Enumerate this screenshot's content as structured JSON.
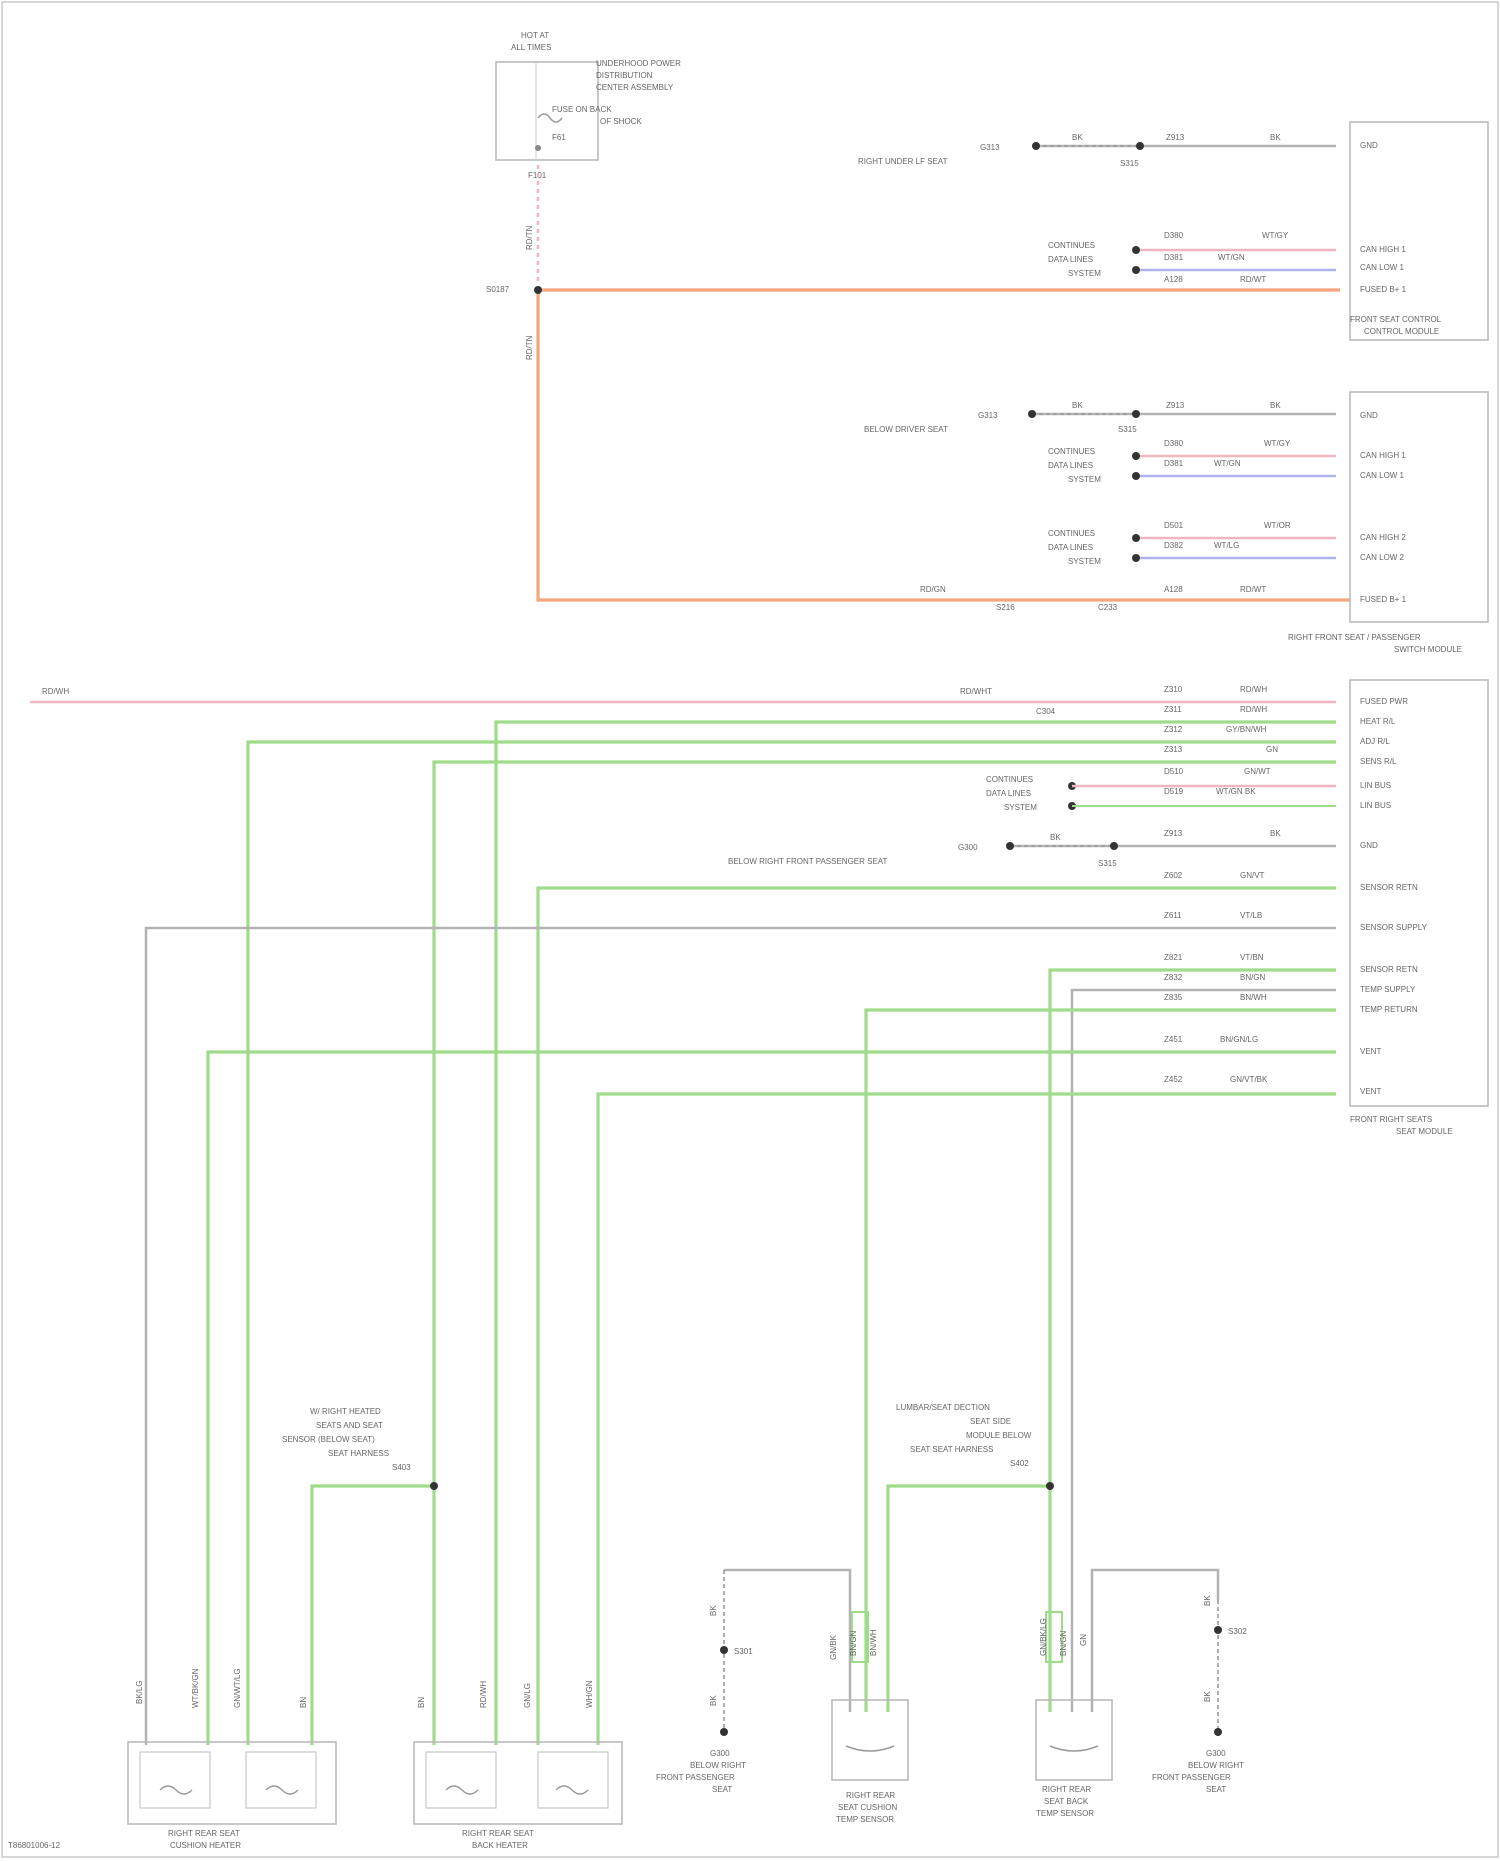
{
  "page": {
    "footer_code": "T86801006-12"
  },
  "fuse_block": {
    "title_lines": [
      "HOT AT",
      "ALL TIMES"
    ],
    "desc_lines": [
      "UNDERHOOD POWER",
      "DISTRIBUTION",
      "CENTER ASSEMBLY",
      "FUSE ON BACK",
      "OF SHOCK"
    ],
    "fuse_label": "F61",
    "pin": "F101",
    "wire_top": "RD/TN",
    "splice": "S0187",
    "wire_bottom": "RD/TN"
  },
  "module1": {
    "name_lines": [
      "FRONT SEAT CONTROL",
      "CONTROL MODULE"
    ],
    "ground_lines": [
      "G313",
      "RIGHT UNDER LF SEAT"
    ],
    "ground_wire": "BK",
    "ground_splice": "S315",
    "pins": [
      "GND",
      "CAN HIGH 1",
      "CAN LOW 1",
      "FUSED B+ 1"
    ],
    "wire_codes": [
      "Z913",
      "D380",
      "D381",
      "A128"
    ],
    "wire_colors": [
      "BK",
      "WT/GY",
      "WT/GN",
      "RD/WT"
    ],
    "can_lines": [
      "CONTINUES",
      "DATA LINES",
      "SYSTEM"
    ]
  },
  "module2": {
    "name_lines": [
      "RIGHT FRONT SEAT / PASSENGER",
      "SWITCH MODULE"
    ],
    "ground_lines": [
      "G313",
      "BELOW DRIVER SEAT"
    ],
    "ground_wire": "BK",
    "ground_splice": "S315",
    "pins": [
      "GND",
      "CAN HIGH 1",
      "CAN LOW 1",
      "CAN HIGH 2",
      "CAN LOW 2",
      "FUSED B+ 1"
    ],
    "wire_codes": [
      "Z913",
      "D380",
      "D381",
      "D501",
      "D382",
      "A128"
    ],
    "wire_colors": [
      "BK",
      "WT/GY",
      "WT/GN",
      "WT/OR",
      "WT/LG",
      "RD/WT"
    ],
    "can_lines": [
      "CONTINUES",
      "DATA LINES",
      "SYSTEM"
    ],
    "feed_wire": "RD/GN",
    "feed_splices": [
      "S216",
      "C233"
    ]
  },
  "module3": {
    "name_lines": [
      "FRONT RIGHT SEATS",
      "SEAT MODULE"
    ],
    "feed_label": "RD/WHT",
    "feed_splice": "C304",
    "pins": [
      "FUSED PWR",
      "HEAT R/L",
      "ADJ R/L",
      "SENS R/L",
      "LIN BUS",
      "LIN BUS",
      "GND",
      "SENSOR RETN",
      "SENSOR SUPPLY",
      "SENSOR RETN",
      "TEMP SUPPLY",
      "TEMP RETURN",
      "VENT",
      "VENT"
    ],
    "wire_codes": [
      "Z310",
      "Z311",
      "Z312",
      "Z313",
      "D510",
      "D519",
      "Z913",
      "Z602",
      "Z611",
      "Z821",
      "Z832",
      "Z835",
      "Z451",
      "Z452"
    ],
    "wire_colors": [
      "RD/WH",
      "RD/WH",
      "GY/BN/WH",
      "GN",
      "GN/WT",
      "WT/GN BK",
      "BK",
      "GN/VT",
      "VT/LB",
      "VT/BN",
      "BN/GN",
      "BN/WH",
      "BN/GN/LG",
      "GN/VT/BK"
    ],
    "lin_lines": [
      "CONTINUES",
      "DATA LINES",
      "SYSTEM"
    ],
    "ground_lines": [
      "G300",
      "BELOW RIGHT FRONT PASSENGER SEAT"
    ],
    "ground_wire": "BK",
    "ground_splice": "S315"
  },
  "note_left": {
    "lines": [
      "W/ RIGHT HEATED",
      "SEATS AND SEAT",
      "SENSOR (BELOW SEAT)",
      "SEAT HARNESS",
      "S403"
    ]
  },
  "note_right": {
    "lines": [
      "LUMBAR/SEAT DECTION",
      "SEAT SIDE",
      "MODULE BELOW",
      "SEAT SEAT HARNESS",
      "S402"
    ]
  },
  "bottom": {
    "comp1": {
      "name_lines": [
        "RIGHT REAR SEAT",
        "CUSHION HEATER"
      ],
      "pins": [
        "BK/LG",
        "WT/BK/GN",
        "GN/WT/LG",
        "BN"
      ]
    },
    "comp2": {
      "name_lines": [
        "RIGHT REAR SEAT",
        "BACK HEATER"
      ],
      "pins": [
        "BN",
        "RD/WH",
        "GN/LG",
        "WH/GN"
      ]
    },
    "sensor1": {
      "name_lines": [
        "RIGHT REAR",
        "SEAT CUSHION",
        "TEMP SENSOR"
      ],
      "pins": [
        "BN/GN",
        "BN/WH"
      ],
      "side_wire": "GN/BK"
    },
    "sensor2": {
      "name_lines": [
        "RIGHT REAR",
        "SEAT BACK",
        "TEMP SENSOR"
      ],
      "pins": [
        "GN/BK/LG",
        "BN/GN"
      ],
      "side_wire": "GN"
    },
    "ground1": {
      "name_lines": [
        "G300",
        "BELOW RIGHT",
        "FRONT PASSENGER",
        "SEAT"
      ],
      "wire_top": "BK",
      "wire_bottom": "BK",
      "splice": "S301"
    },
    "ground2": {
      "name_lines": [
        "G300",
        "BELOW RIGHT",
        "FRONT PASSENGER",
        "SEAT"
      ],
      "wire_top": "BK",
      "wire_bottom": "BK",
      "splice": "S302"
    }
  },
  "top_left_wire": "RD/WH"
}
